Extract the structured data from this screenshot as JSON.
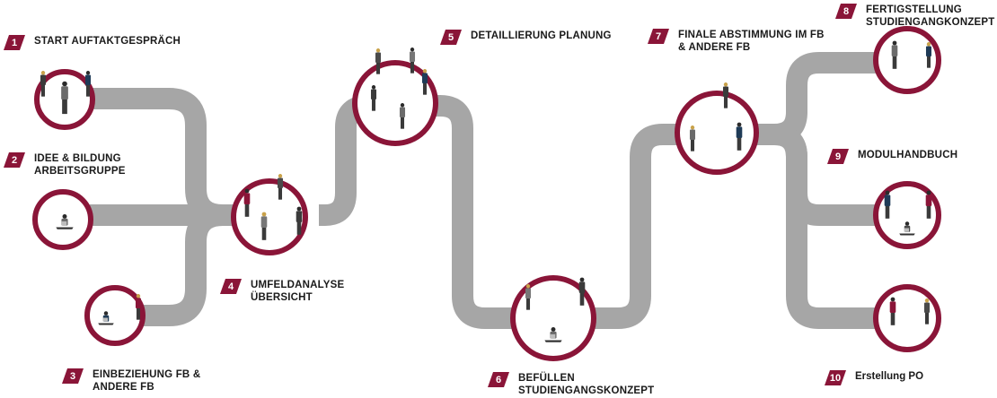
{
  "colors": {
    "path": "#a6a6a6",
    "ring": "#8a1538",
    "badge": "#8a1538",
    "badge_text": "#ffffff"
  },
  "steps": [
    {
      "number": "1",
      "lines": [
        "START AUFTAKTGESPRÄCH"
      ]
    },
    {
      "number": "2",
      "lines": [
        "IDEE & BILDUNG",
        "ARBEITSGRUPPE"
      ]
    },
    {
      "number": "3",
      "lines": [
        "EINBEZIEHUNG FB &",
        "ANDERE FB"
      ]
    },
    {
      "number": "4",
      "lines": [
        "UMFELDANALYSE",
        "ÜBERSICHT"
      ]
    },
    {
      "number": "5",
      "lines": [
        "DETAILLIERUNG PLANUNG"
      ]
    },
    {
      "number": "6",
      "lines": [
        "BEFÜLLEN",
        "STUDIENGANGSKONZEPT"
      ]
    },
    {
      "number": "7",
      "lines": [
        "FINALE ABSTIMMUNG IM FB",
        "& ANDERE FB"
      ]
    },
    {
      "number": "8",
      "lines": [
        "FERTIGSTELLUNG",
        "STUDIENGANGKONZEPT"
      ]
    },
    {
      "number": "9",
      "lines": [
        "MODULHANDBUCH"
      ]
    },
    {
      "number": "10",
      "lines": [
        "Erstellung PO"
      ]
    }
  ],
  "nodes": [
    {
      "id": "node-1",
      "people": [
        "person-standing-woman",
        "person-standing-man",
        "person-standing-man"
      ]
    },
    {
      "id": "node-2",
      "people": [
        "person-sitting-laptop"
      ]
    },
    {
      "id": "node-3",
      "people": [
        "person-sitting-laptop",
        "person-standing-woman"
      ]
    },
    {
      "id": "node-4",
      "people": [
        "person-standing-man",
        "person-standing-woman",
        "person-standing-woman",
        "person-standing-man"
      ]
    },
    {
      "id": "node-5",
      "people": [
        "person-standing-woman",
        "person-standing-man",
        "person-standing-man",
        "person-standing-man",
        "person-standing-woman"
      ]
    },
    {
      "id": "node-6",
      "people": [
        "person-standing-woman",
        "person-standing-man",
        "person-sitting-laptop"
      ]
    },
    {
      "id": "node-7",
      "people": [
        "person-standing-woman",
        "person-standing-woman",
        "person-standing-man"
      ]
    },
    {
      "id": "node-8",
      "people": [
        "person-standing-man",
        "person-standing-woman"
      ]
    },
    {
      "id": "node-9",
      "people": [
        "person-standing-man",
        "person-standing-man",
        "person-sitting-laptop"
      ]
    },
    {
      "id": "node-10",
      "people": [
        "person-standing-man",
        "person-standing-woman"
      ]
    }
  ]
}
